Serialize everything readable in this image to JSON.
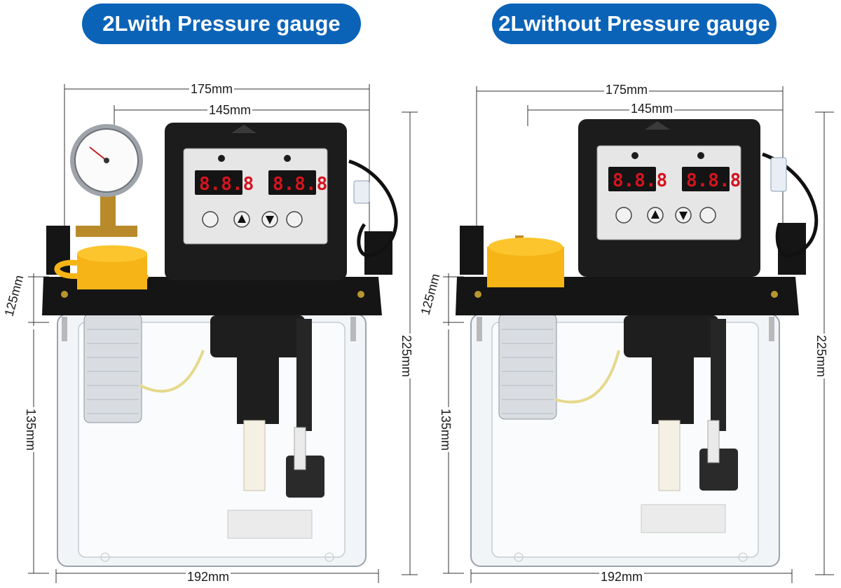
{
  "panels": [
    {
      "title": "2Lwith Pressure gauge",
      "has_gauge": true,
      "dimensions": {
        "overall_width": "175mm",
        "body_width": "145mm",
        "height_total": "225mm",
        "height_top": "125mm",
        "height_tank": "135mm",
        "base_width": "192mm"
      }
    },
    {
      "title": "2Lwithout Pressure gauge",
      "has_gauge": false,
      "dimensions": {
        "overall_width": "175mm",
        "body_width": "145mm",
        "height_total": "225mm",
        "height_top": "125mm",
        "height_tank": "135mm",
        "base_width": "192mm"
      }
    }
  ],
  "colors": {
    "pill": "#0b63b8",
    "body": "#1c1c1c",
    "cap": "#f6b416",
    "display_digits": "#d4141f",
    "panel_face": "#e6e6e6"
  }
}
